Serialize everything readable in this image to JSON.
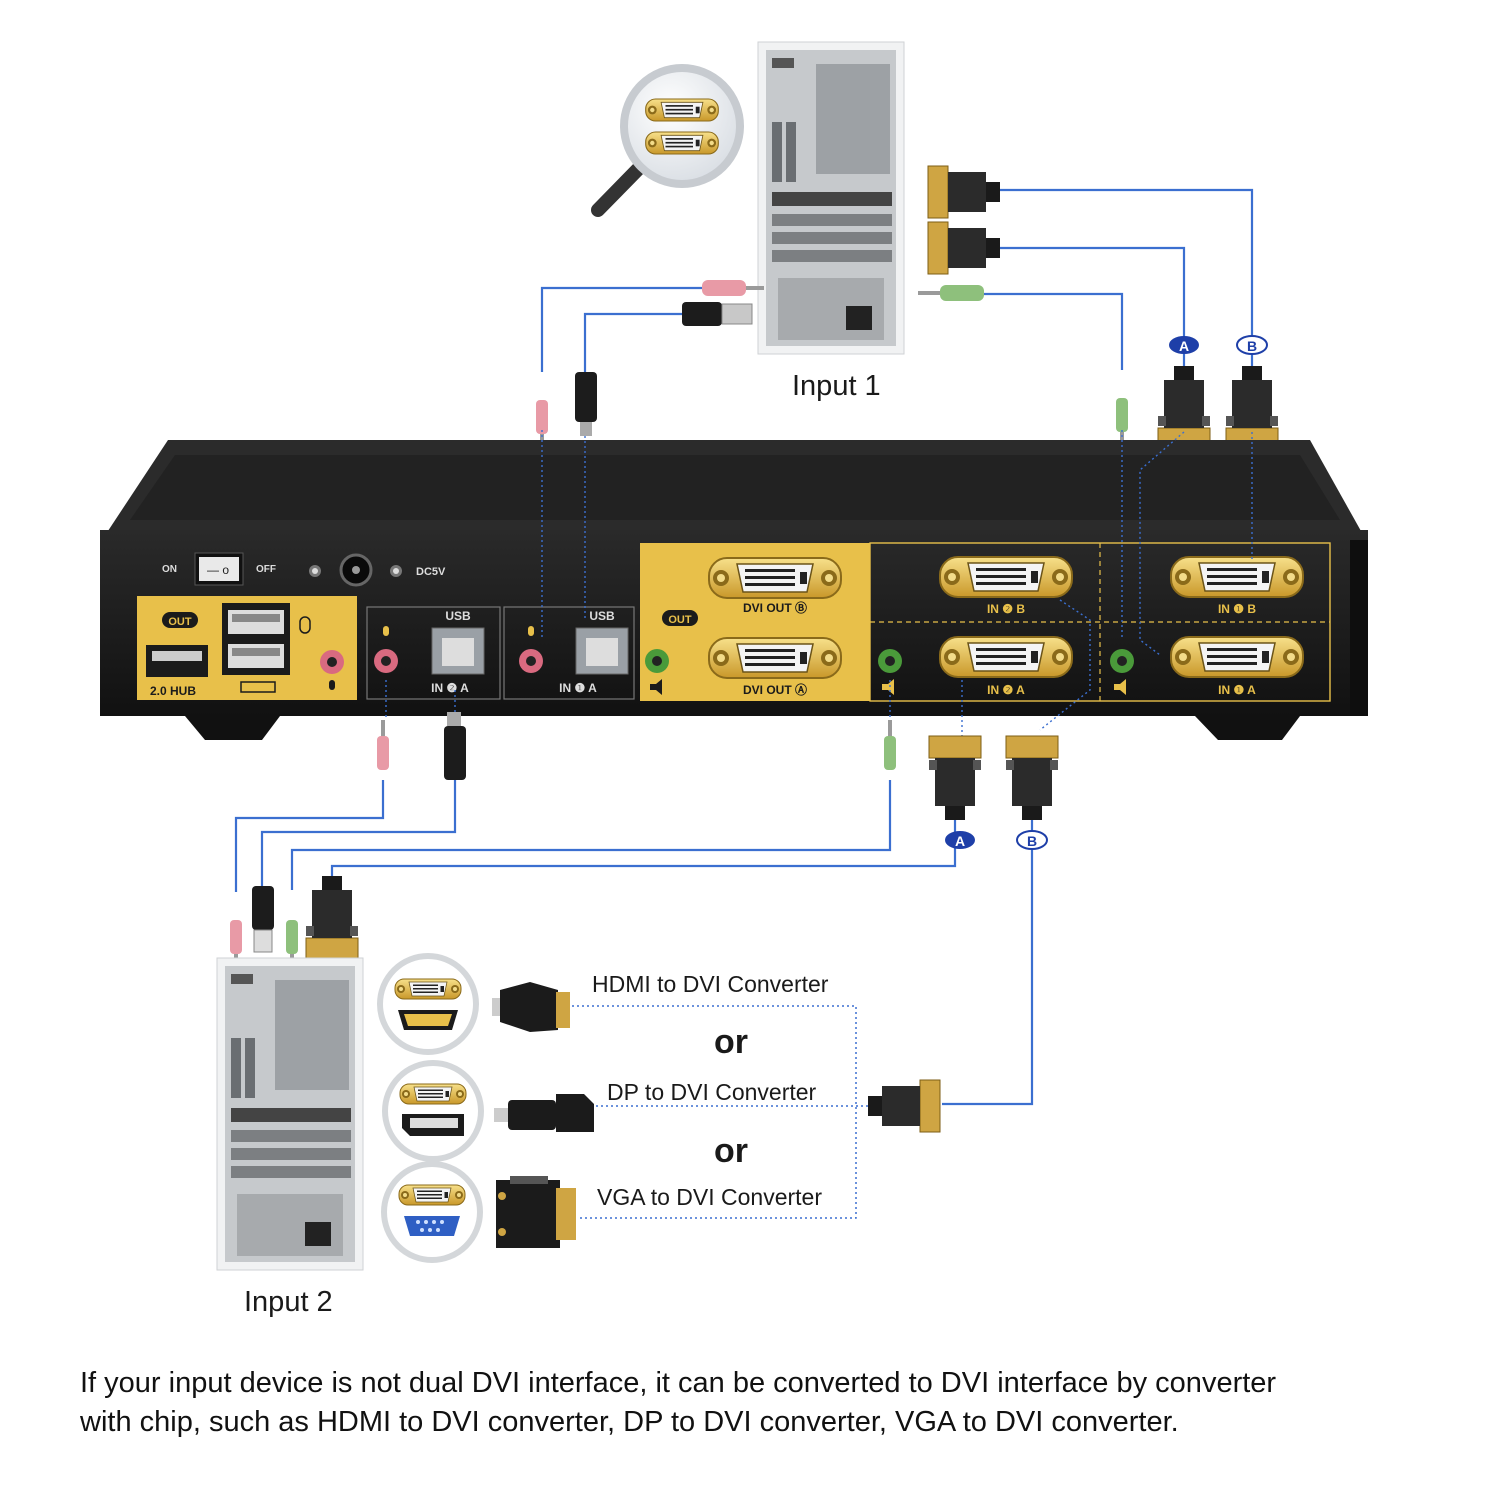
{
  "labels": {
    "input1": "Input 1",
    "input2": "Input 2",
    "hdmi_converter": "HDMI to DVI Converter",
    "dp_converter": "DP to DVI Converter",
    "vga_converter": "VGA to DVI Converter",
    "or": "or"
  },
  "device": {
    "switch_on": "ON",
    "switch_off": "OFF",
    "dc": "DC5V",
    "out_badge": "OUT",
    "hub": "2.0 HUB",
    "usb": "USB",
    "in2a": "IN ❷ A",
    "in1a": "IN ❶ A",
    "in2b": "IN ❷ B",
    "in1b": "IN ❶ B",
    "dvi_out_b": "DVI OUT Ⓑ",
    "dvi_out_a": "DVI OUT Ⓐ"
  },
  "markers": {
    "a": "A",
    "b": "B"
  },
  "footnote": {
    "line1": "If your input device is not dual DVI  interface, it can be converted to DVI  interface by converter",
    "line2": "with chip, such as HDMI to DVI converter, DP to DVI converter, VGA to DVI converter."
  },
  "colors": {
    "gold": "#e8c04a",
    "cable": "#3b6fd0",
    "body": "#1b1b1b",
    "marker": "#1e3fa8"
  }
}
